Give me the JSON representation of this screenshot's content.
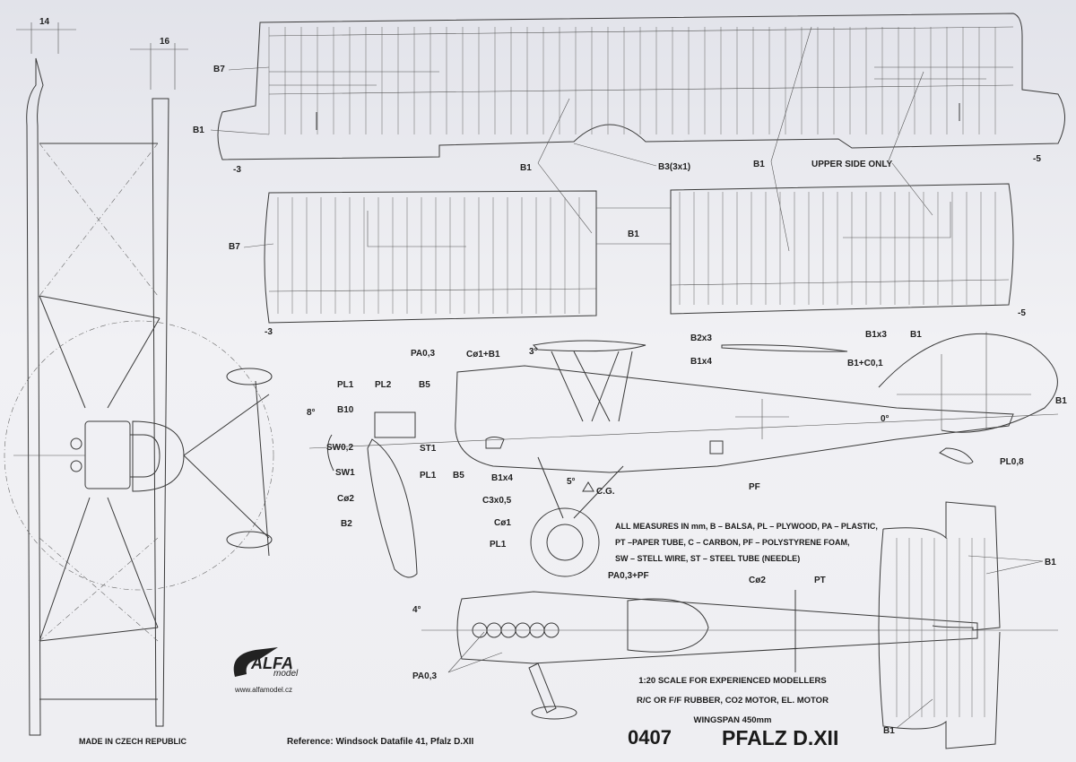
{
  "labels": {
    "dim14": "14",
    "dim16": "16",
    "b7_top": "B7",
    "b1_top": "B1",
    "minus3_top": "-3",
    "minus5_top": "-5",
    "b1_a": "B1",
    "b3": "B3(3x1)",
    "b1_b": "B1",
    "upper_side_only": "UPPER SIDE ONLY",
    "b7_low": "B7",
    "b1_center": "B1",
    "minus3_low": "-3",
    "minus5_low": "-5",
    "pa03_a": "PA0,3",
    "co1b1": "Cø1+B1",
    "deg3": "3°",
    "b2x3": "B2x3",
    "b1x3": "B1x3",
    "b1c01": "B1+C0,1",
    "b1_tail": "B1",
    "b1_tail2": "B1",
    "b1x4_a": "B1x4",
    "pl1_a": "PL1",
    "pl2": "PL2",
    "b5_a": "B5",
    "b10": "B10",
    "deg8": "8°",
    "sw02": "SW0,2",
    "st1": "ST1",
    "sw1": "SW1",
    "pl1_b": "PL1",
    "b5_b": "B5",
    "b1x4_b": "B1x4",
    "deg0": "0°",
    "pl08": "PL0,8",
    "pf": "PF",
    "deg5": "5°",
    "cg": "C.G.",
    "c3x05": "C3x0,5",
    "co2_a": "Cø2",
    "b2": "B2",
    "co1": "Cø1",
    "pl1_c": "PL1",
    "pa03pf": "PA0,3+PF",
    "co2_b": "Cø2",
    "pt": "PT",
    "b1_stab": "B1",
    "deg4": "4°",
    "pa03_b": "PA0,3",
    "b1_stab2": "B1"
  },
  "legend": [
    "ALL MEASURES IN mm, B – BALSA, PL – PLYWOOD, PA – PLASTIC,",
    "PT –PAPER TUBE, C – CARBON, PF – POLYSTYRENE FOAM,",
    "SW – STELL WIRE, ST – STEEL TUBE (NEEDLE)"
  ],
  "scale_notes": [
    "1:20 SCALE FOR EXPERIENCED MODELLERS",
    "R/C OR  F/F RUBBER, CO2 MOTOR, EL. MOTOR",
    "WINGSPAN  450mm"
  ],
  "logo": {
    "brand": "ALFA",
    "sub": "model",
    "url": "www.alfamodel.cz"
  },
  "footer": {
    "made_in": "MADE IN CZECH REPUBLIC",
    "reference": "Reference: Windsock Datafile 41, Pfalz D.XII",
    "kit_number": "0407",
    "title": "PFALZ D.XII"
  }
}
